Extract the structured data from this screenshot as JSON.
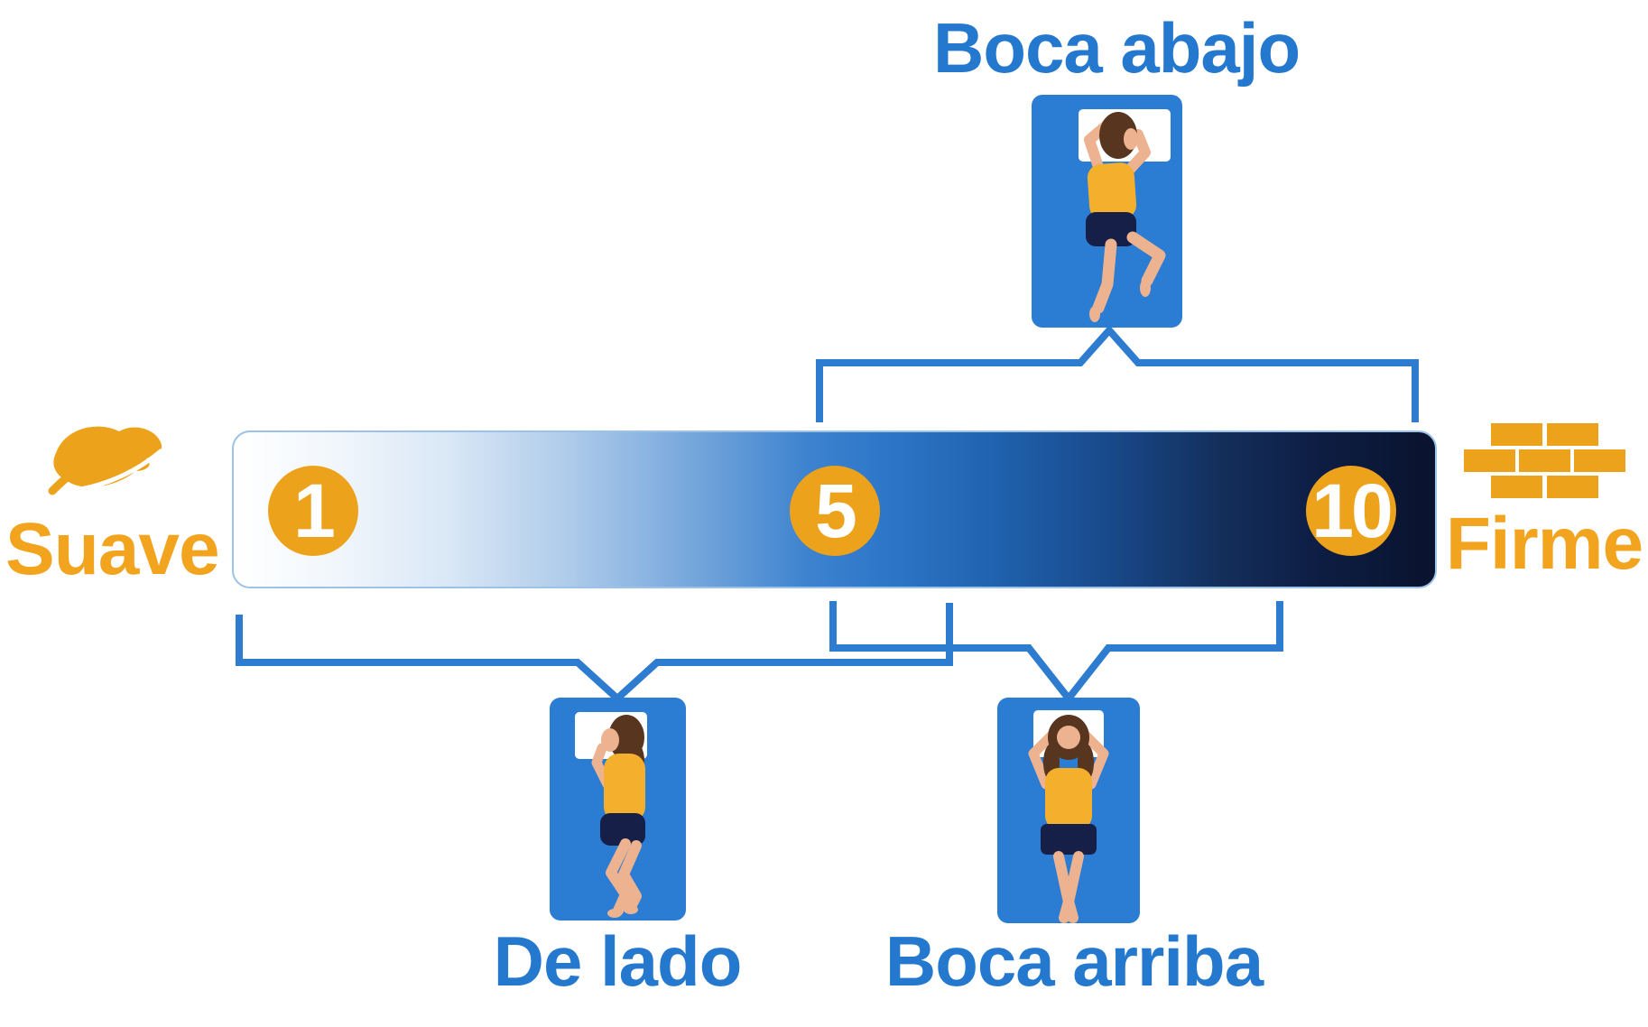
{
  "scale_bar": {
    "min_label": "Suave",
    "max_label": "Firme",
    "markers": [
      {
        "value": "1"
      },
      {
        "value": "5"
      },
      {
        "value": "10"
      }
    ]
  },
  "positions": {
    "stomach": {
      "label": "Boca abajo"
    },
    "side": {
      "label": "De lado"
    },
    "back": {
      "label": "Boca arriba"
    }
  },
  "icons": {
    "soft_icon": "feather-icon",
    "firm_icon": "bricks-icon"
  },
  "colors": {
    "label_blue": "#2478ce",
    "bracket_blue": "#2e7ccf",
    "mattress_blue": "#2b7cd3",
    "accent_orange": "#eda21c",
    "label_orange": "#f2a41f",
    "bar_gradient_left": "#ffffff",
    "bar_gradient_right": "#0a132e",
    "skin": "#edb28f",
    "hair": "#57351f",
    "shirt_yellow": "#f4b02c",
    "shorts_navy": "#161f47",
    "pillow_white": "#ffffff"
  }
}
